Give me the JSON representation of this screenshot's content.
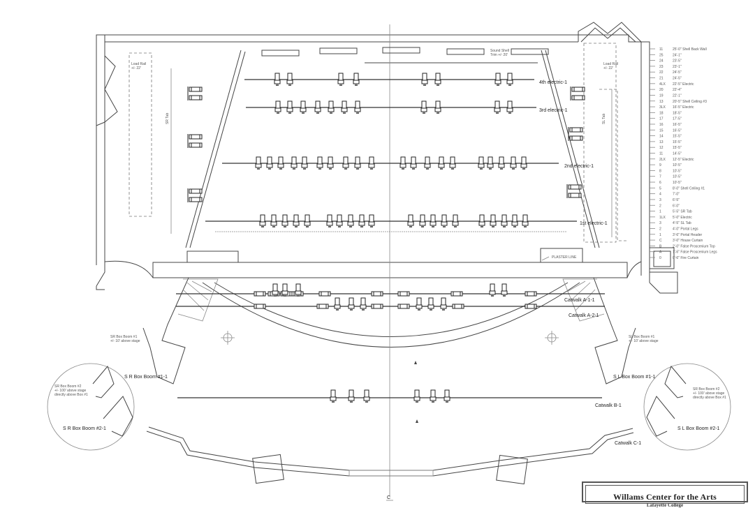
{
  "electrics": [
    {
      "label": "4th electric-1"
    },
    {
      "label": "3rd electric-1"
    },
    {
      "label": "2nd electric-1"
    },
    {
      "label": "1st electric-1"
    }
  ],
  "catwalks": [
    {
      "label": "Catwalk A-1-1"
    },
    {
      "label": "Catwalk A-2-1"
    },
    {
      "label": "Catwalk B-1"
    },
    {
      "label": "Catwalk C-1"
    }
  ],
  "box_booms": {
    "sr1": "S R Box Boom #1-1",
    "sl1": "S L Box Boom #1-1",
    "sr2": "S R Box Boom #2-1",
    "sl2": "S L Box Boom #2-1",
    "sr_note": "SR Box Boom #1\n+/- 10' above stage",
    "sl_note": "SL Box Boom #1\n+/- 10' above stage",
    "sr2_note": "SR Box Boom #2\n+/- 100' above stage\ndirectly above Box #1",
    "sl2_note": "SR Box Boom #2\n+/- 100' above stage\ndirectly above Box #1"
  },
  "plaster_line": "PLASTER LINE",
  "centerline": "C",
  "sound_shell": "Sound Shell\nTrim +/- 20'",
  "load_rail_left": "Load Rail\n+/- 22'",
  "load_rail_right": "Load Rail\n+/- 22'",
  "sr_tab": "SR Tab",
  "sl_tab": "SL Tab",
  "lineset_schedule": [
    {
      "num": "11",
      "trim": "25'-0\" Shell Back Wall"
    },
    {
      "num": "25",
      "trim": "24'-1\""
    },
    {
      "num": "24",
      "trim": "23'-5\""
    },
    {
      "num": "23",
      "trim": "23'-1\""
    },
    {
      "num": "22",
      "trim": "24'-5\""
    },
    {
      "num": "21",
      "trim": "24'-5\""
    },
    {
      "num": "4LX",
      "trim": "22'-5\" Electric"
    },
    {
      "num": "20",
      "trim": "22'-4\""
    },
    {
      "num": "19",
      "trim": "22'-1\""
    },
    {
      "num": "13",
      "trim": "20'-5\" Shell Ceiling #3"
    },
    {
      "num": "3LX",
      "trim": "16'-5\" Electric"
    },
    {
      "num": "18",
      "trim": "18'-5\""
    },
    {
      "num": "17",
      "trim": "17'-5\""
    },
    {
      "num": "16",
      "trim": "16'-5\""
    },
    {
      "num": "15",
      "trim": "16'-5\""
    },
    {
      "num": "14",
      "trim": "15'-5\""
    },
    {
      "num": "13",
      "trim": "15'-5\""
    },
    {
      "num": "12",
      "trim": "15'-5\""
    },
    {
      "num": "11",
      "trim": "14'-5\""
    },
    {
      "num": "2LX",
      "trim": "12'-5\" Electric"
    },
    {
      "num": "9",
      "trim": "10'-5\""
    },
    {
      "num": "8",
      "trim": "10'-5\""
    },
    {
      "num": "7",
      "trim": "10'-5\""
    },
    {
      "num": "6",
      "trim": "10'-5\""
    },
    {
      "num": "5",
      "trim": "8'-0\" Shell Ceiling #1"
    },
    {
      "num": "4",
      "trim": "7'-0\""
    },
    {
      "num": "3",
      "trim": "6'-5\""
    },
    {
      "num": "2",
      "trim": "6'-0\""
    },
    {
      "num": "1",
      "trim": "5'-5\" SR Tab"
    },
    {
      "num": "1LX",
      "trim": "5'-0\" Electric"
    },
    {
      "num": "3",
      "trim": "4'-5\" SL Tab"
    },
    {
      "num": "2",
      "trim": "4'-0\" Portal Legs"
    },
    {
      "num": "1",
      "trim": "3'-6\" Portal Header"
    },
    {
      "num": "C",
      "trim": "3'-0\" House Curtain"
    },
    {
      "num": "B",
      "trim": "2'-0\" False Proscenium Top"
    },
    {
      "num": "A",
      "trim": "1'-6\" False Proscenium Legs"
    },
    {
      "num": "0",
      "trim": "0'-6\" Fire Curtain"
    }
  ],
  "title_block": {
    "title": "Willams Center for the Arts",
    "subtitle": "Lafayette College"
  },
  "colors": {
    "line": "#444444",
    "background": "#ffffff"
  }
}
